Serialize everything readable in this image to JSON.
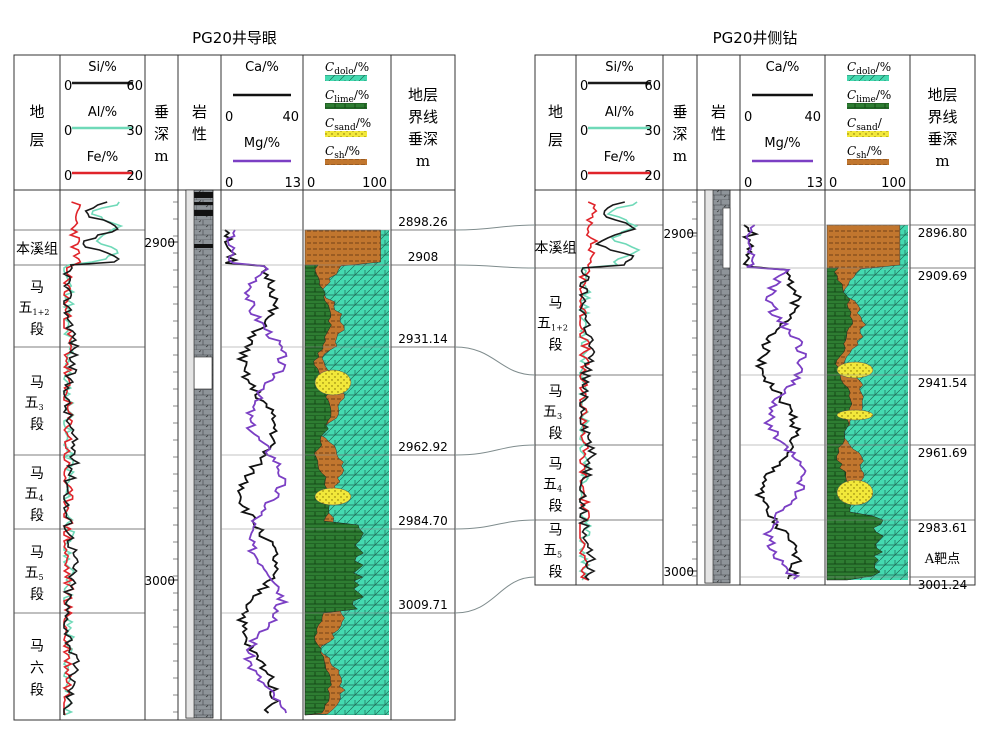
{
  "wells": [
    {
      "title": "PG20井导眼",
      "headers": {
        "strata": "地层",
        "depth": "垂深\nm",
        "lith": "岩性",
        "boundary": "地层\n界线\n垂深\nm"
      },
      "elem_labels": [
        "Si/%",
        "Al/%",
        "Fe/%"
      ],
      "elem_scales": [
        [
          "0",
          "60"
        ],
        [
          "0",
          "30"
        ],
        [
          "0",
          "20"
        ]
      ],
      "camg_labels": [
        "Ca/%",
        "Mg/%"
      ],
      "camg_scales": [
        [
          "0",
          "40"
        ],
        [
          "0",
          "13"
        ]
      ],
      "comp_labels": [
        {
          "main": "C",
          "sub": "dolo",
          "tail": "/%"
        },
        {
          "main": "C",
          "sub": "lime",
          "tail": "/%"
        },
        {
          "main": "C",
          "sub": "sand",
          "tail": "/%"
        },
        {
          "main": "C",
          "sub": "sh",
          "tail": "/%"
        }
      ],
      "comp_scale": [
        "0",
        "100"
      ],
      "depth_ticks": [
        "2900",
        "3000"
      ],
      "strata": [
        {
          "name": "本溪组"
        },
        {
          "name": "马\n五",
          "sub": "1+2",
          "tail": "段"
        },
        {
          "name": "马\n五",
          "sub": "3",
          "tail": "段"
        },
        {
          "name": "马\n五",
          "sub": "4",
          "tail": "段"
        },
        {
          "name": "马\n五",
          "sub": "5",
          "tail": "段"
        },
        {
          "name": "马\n六\n段"
        }
      ],
      "boundaries": [
        "2898.26",
        "2908",
        "2931.14",
        "2962.92",
        "2984.70",
        "3009.71"
      ]
    },
    {
      "title": "PG20井侧钻",
      "headers": {
        "strata": "地\n层",
        "depth": "垂\n深\nm",
        "lith": "岩\n性",
        "boundary": "地层\n界线\n垂深\nm"
      },
      "elem_labels": [
        "Si/%",
        "Al/%",
        "Fe/%"
      ],
      "elem_scales": [
        [
          "0",
          "60"
        ],
        [
          "0",
          "30"
        ],
        [
          "0",
          "20"
        ]
      ],
      "camg_labels": [
        "Ca/%",
        "Mg/%"
      ],
      "camg_scales": [
        [
          "0",
          "40"
        ],
        [
          "0",
          "13"
        ]
      ],
      "comp_labels": [
        {
          "main": "C",
          "sub": "dolo",
          "tail": "/%"
        },
        {
          "main": "C",
          "sub": "lime",
          "tail": "/%"
        },
        {
          "main": "C",
          "sub": "sand",
          "tail": "/"
        },
        {
          "main": "C",
          "sub": "sh",
          "tail": "/%"
        }
      ],
      "comp_scale": [
        "0",
        "100"
      ],
      "depth_ticks": [
        "2900",
        "3000"
      ],
      "strata": [
        {
          "name": "本溪组"
        },
        {
          "name": "马\n五",
          "sub": "1+2",
          "tail": "段"
        },
        {
          "name": "马\n五",
          "sub": "3",
          "tail": "段"
        },
        {
          "name": "马\n五",
          "sub": "4",
          "tail": "段"
        },
        {
          "name": "马\n五",
          "sub": "5",
          "tail": "段"
        }
      ],
      "boundaries": [
        "2896.80",
        "2909.69",
        "2941.54",
        "2961.69",
        "2983.61",
        "3001.24"
      ],
      "target_label": "A靶点"
    }
  ],
  "colors": {
    "si": "#1a1a1a",
    "al": "#6fd9b8",
    "fe": "#e0242a",
    "ca": "#111111",
    "mg": "#7b3fc4",
    "dolo": "#44d9b0",
    "lime": "#2e7d32",
    "sand": "#f2e83a",
    "shale": "#c1762e",
    "lith_gray": "#8e9499"
  }
}
